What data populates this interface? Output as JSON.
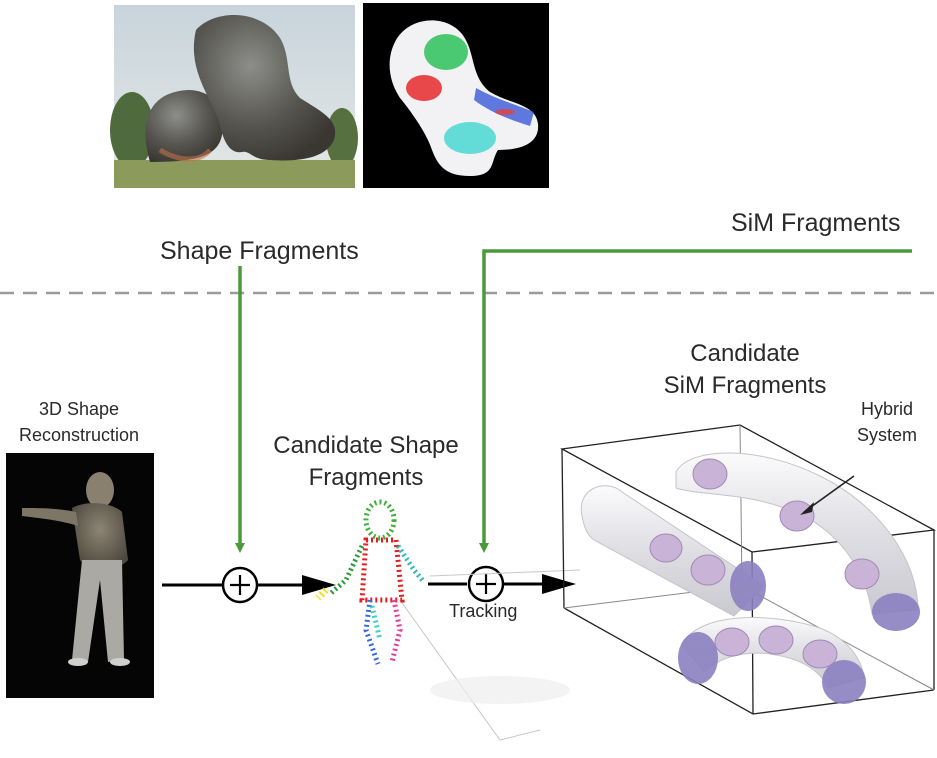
{
  "labels": {
    "shape_fragments": "Shape Fragments",
    "sim_fragments": "SiM Fragments",
    "reconstruction_line1": "3D Shape",
    "reconstruction_line2": "Reconstruction",
    "candidate_shape_line1": "Candidate Shape",
    "candidate_shape_line2": "Fragments",
    "candidate_sim_line1": "Candidate",
    "candidate_sim_line2": "SiM Fragments",
    "hybrid_line1": "Hybrid",
    "hybrid_line2": "System",
    "tracking": "Tracking"
  },
  "colors": {
    "flow_arrow": "#4a9a3c",
    "pipeline_arrow": "#000000",
    "separator": "#9a9a9a",
    "tube": "#e6e6ea",
    "tube_cap": "#8b80c0",
    "ellipse": "#c9b3d6"
  },
  "icons": {
    "sum_node": "circled-plus-icon"
  }
}
